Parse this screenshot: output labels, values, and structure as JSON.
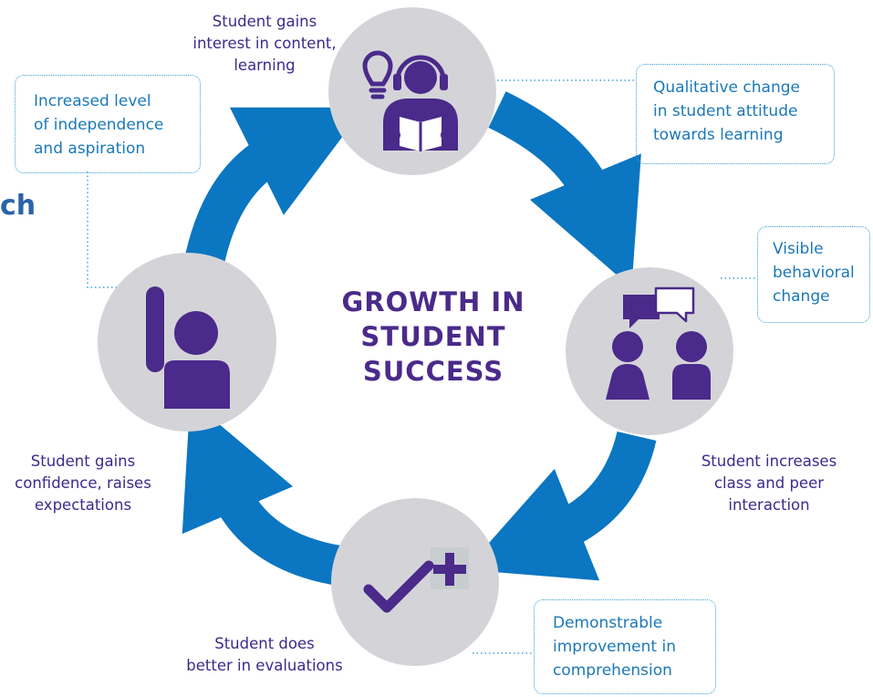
{
  "center_title": "GROWTH IN\nSTUDENT\nSUCCESS",
  "left_fragment": "ch",
  "stages": [
    {
      "label": "Student gains\ninterest in content,\nlearning"
    },
    {
      "label": "Student increases\nclass and peer\ninteraction"
    },
    {
      "label": "Student does\nbetter in evaluations"
    },
    {
      "label": "Student gains\nconfidence, raises\nexpectations"
    }
  ],
  "outcomes": [
    {
      "text": "Qualitative change\nin student attitude\ntowards learning"
    },
    {
      "text": "Visible\nbehavioral\nchange"
    },
    {
      "text": "Demonstrable\nimprovement in\ncomprehension"
    },
    {
      "text": "Increased level\nof independence\nand aspiration"
    }
  ],
  "colors": {
    "arrow": "#0b76c1",
    "circle": "#d4d4d8",
    "icon": "#4a2a8a",
    "stage_text": "#3d2a8c",
    "outcome_text": "#1b78b8",
    "outcome_border": "#3aa0d8"
  },
  "icons": [
    "lightbulb-icon",
    "headphones-reader-icon",
    "chat-bubbles-icon",
    "two-people-icon",
    "checkmark-icon",
    "plus-icon",
    "raised-hand-person-icon"
  ]
}
